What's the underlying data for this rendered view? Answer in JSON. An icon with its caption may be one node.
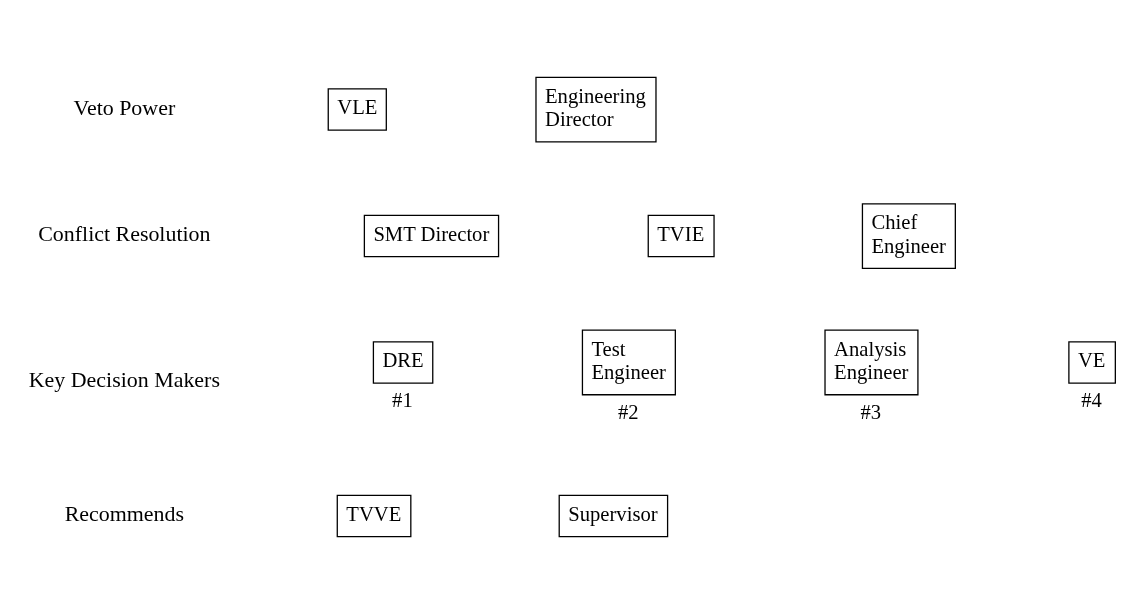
{
  "diagram": {
    "nodes": [
      {
        "text": [
          "VLE"
        ]
      },
      {
        "text": [
          "Engineering Director"
        ]
      },
      {
        "text": [
          "SMT Director"
        ]
      },
      {
        "text": [
          "TVIE"
        ]
      },
      {
        "text": [
          "Chief Engineer"
        ]
      },
      {
        "text": [
          "DRE"
        ],
        "beside": [
          "#1"
        ]
      },
      {
        "text": [
          "Test Engineer"
        ],
        "beside": [
          "#2"
        ]
      },
      {
        "text": [
          "Analysis Engineer"
        ],
        "beside": [
          "#3"
        ]
      },
      {
        "text": [
          "VE"
        ],
        "beside": [
          "#4"
        ]
      },
      {
        "text": [
          "TVVE"
        ]
      },
      {
        "text": [
          "Supervisor"
        ]
      }
    ],
    "edges": [],
    "labels": [
      "Veto Power",
      "Conflict Resolution",
      "Key Decision Makers",
      "Recommends"
    ]
  }
}
